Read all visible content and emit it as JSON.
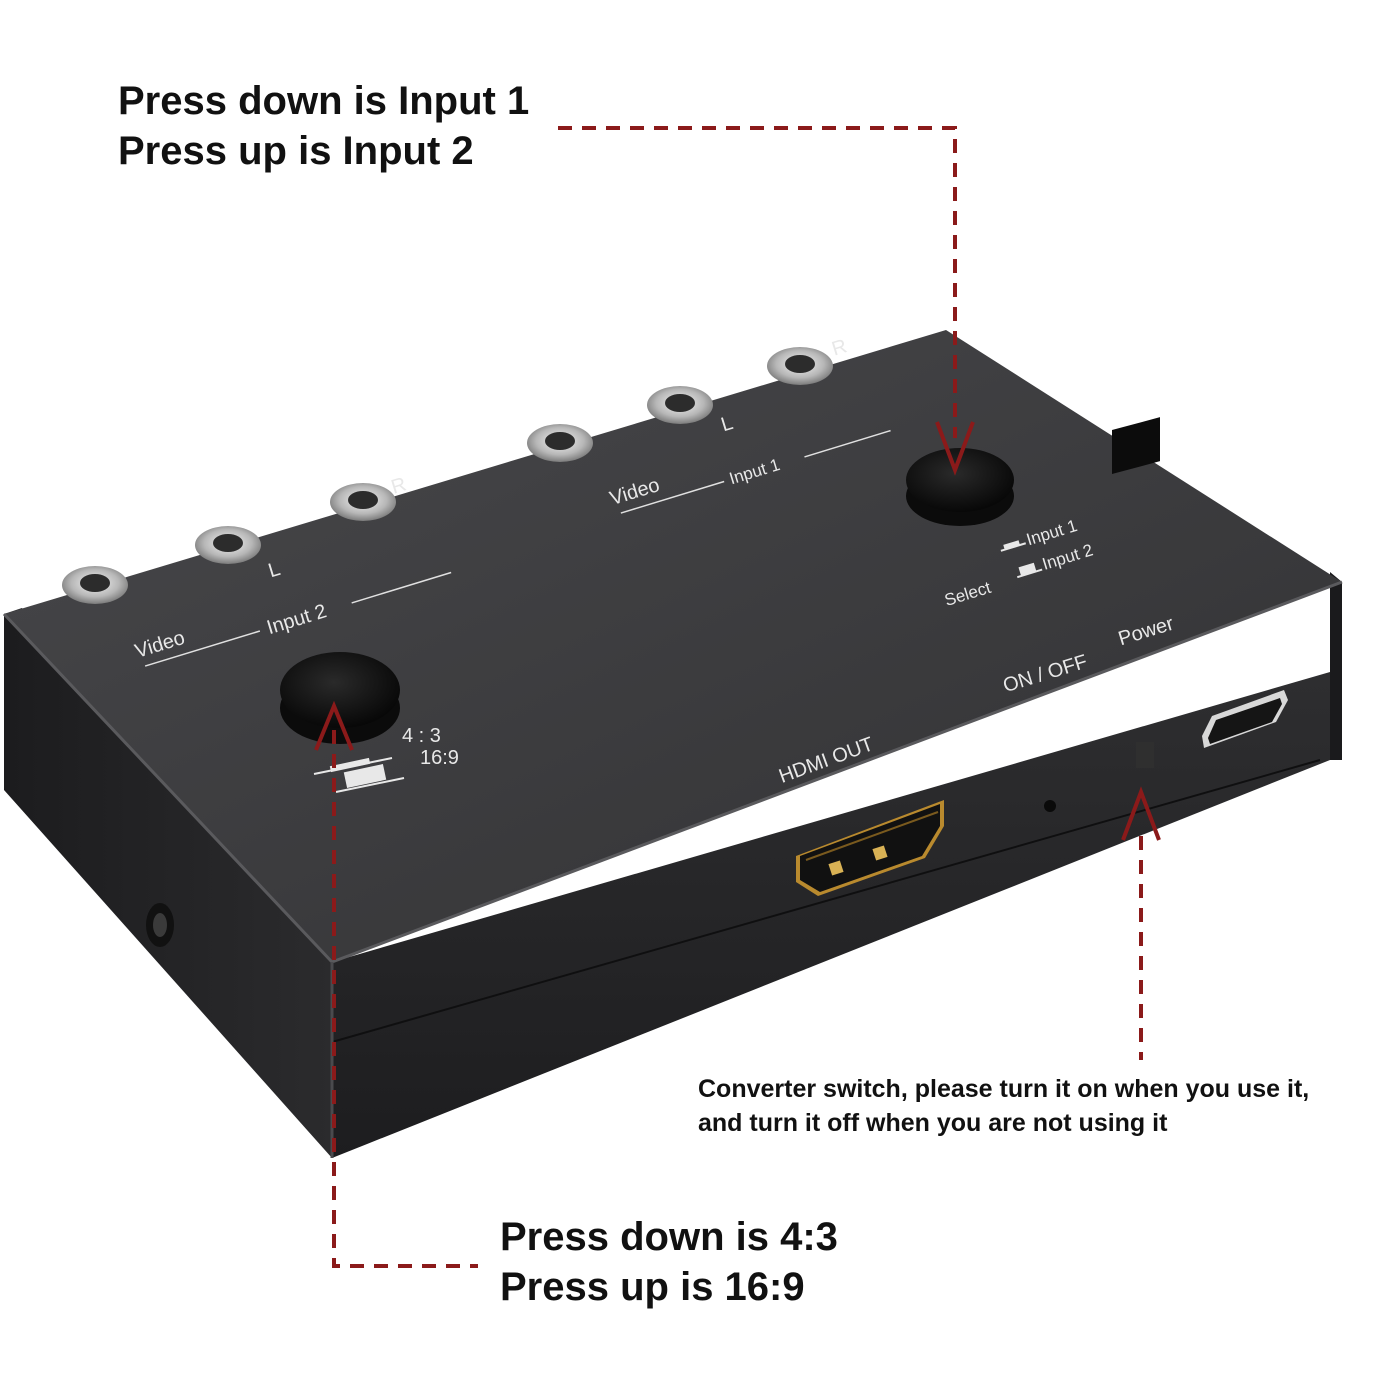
{
  "colors": {
    "accent_dashed": "#8b1a1a",
    "device_top": "#3a3a3c",
    "device_front": "#2a2a2c",
    "hdmi_gold": "#c9a040"
  },
  "callouts": {
    "input_select": {
      "line1": "Press down is Input 1",
      "line2": "Press up is Input 2"
    },
    "aspect_ratio": {
      "line1": "Press down is 4:3",
      "line2": "Press up is 16:9"
    },
    "converter_switch": {
      "line1": "Converter switch, please turn it on when you use it,",
      "line2": "and turn it off when you are not using it"
    }
  },
  "device": {
    "input2_group": {
      "video": "Video",
      "l": "L",
      "r": "R",
      "label": "Input 2"
    },
    "input1_group": {
      "video": "Video",
      "l": "L",
      "r": "R",
      "label": "Input 1"
    },
    "select_labels": {
      "select": "Select",
      "opt1": "Input 1",
      "opt2": "Input 2"
    },
    "aspect_labels": {
      "a43": "4 : 3",
      "a169": "16:9"
    },
    "hdmi_label": "HDMI OUT",
    "switch_label": "ON / OFF",
    "power_label": "Power",
    "icons": [
      "rca-jack-icon",
      "push-button-icon",
      "hdmi-port-icon",
      "slide-switch-icon",
      "micro-usb-port-icon",
      "led-indicator-icon",
      "arrow-icon"
    ]
  }
}
